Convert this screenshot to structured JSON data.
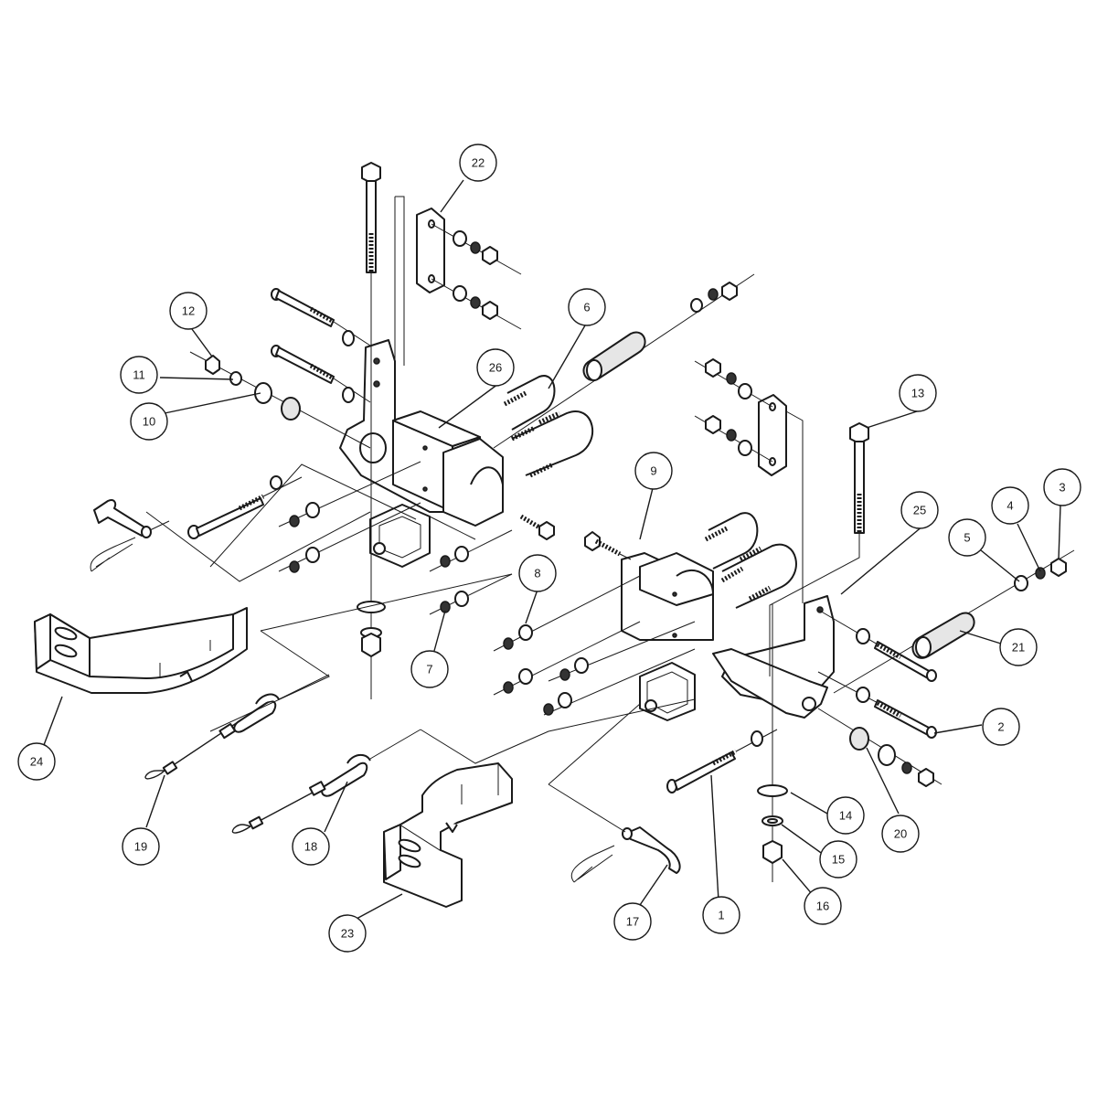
{
  "diagram": {
    "type": "exploded parts diagram",
    "callouts": [
      "1",
      "2",
      "3",
      "4",
      "5",
      "6",
      "7",
      "8",
      "9",
      "10",
      "11",
      "12",
      "13",
      "14",
      "15",
      "16",
      "17",
      "18",
      "19",
      "20",
      "21",
      "22",
      "23",
      "24",
      "25",
      "26"
    ]
  }
}
